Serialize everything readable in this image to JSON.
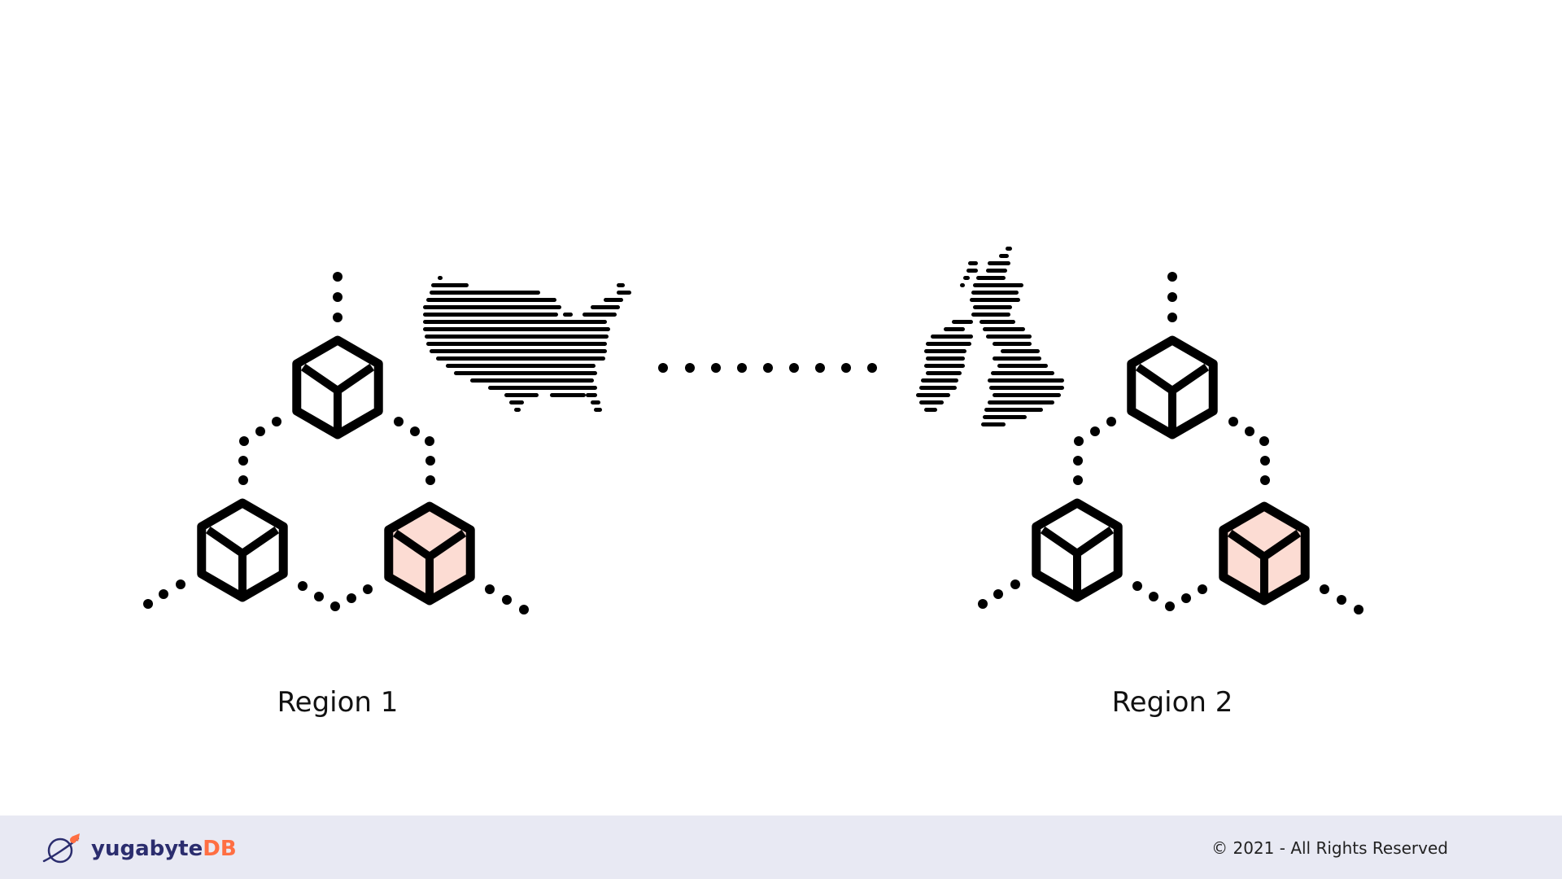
{
  "regions": [
    {
      "label": "Region 1",
      "map_icon": "usa-map-icon"
    },
    {
      "label": "Region 2",
      "map_icon": "uk-map-icon"
    }
  ],
  "link_icon": "dotted-connection-icon",
  "node_icon": "cube-icon",
  "colors": {
    "stroke": "#000000",
    "leader_fill": "#fcdcd3",
    "node_fill": "#ffffff",
    "footer_bg": "#e8e9f3",
    "brand_dark": "#2b2d6e",
    "brand_accent": "#ff6e42"
  },
  "footer": {
    "logo_text_main": "yugabyte",
    "logo_text_accent": "DB",
    "copyright": "© 2021 - All Rights Reserved"
  }
}
